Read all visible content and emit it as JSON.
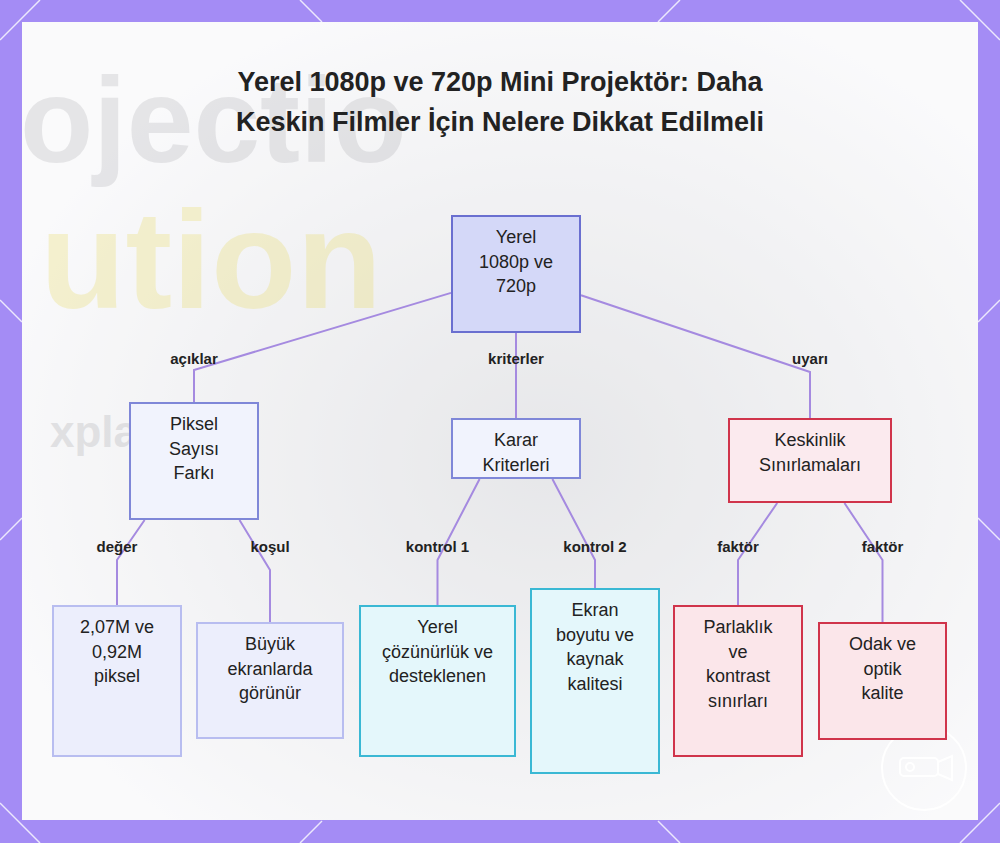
{
  "diagram": {
    "title": "Yerel 1080p ve 720p Mini Projektör: Daha Keskin Filmler İçin Nelere Dikkat Edilmeli",
    "nodes": [
      {
        "text": [
          "Yerel 1080p ve 720p"
        ]
      },
      {
        "text": [
          "Piksel Sayısı Farkı"
        ]
      },
      {
        "text": [
          "Karar Kriterleri"
        ]
      },
      {
        "text": [
          "Keskinlik Sınırlamaları"
        ]
      },
      {
        "text": [
          "2,07M ve 0,92M piksel"
        ]
      },
      {
        "text": [
          "Büyük ekranlarda görünür"
        ]
      },
      {
        "text": [
          "Yerel çözünürlük ve desteklenen"
        ]
      },
      {
        "text": [
          "Ekran boyutu ve kaynak kalitesi"
        ]
      },
      {
        "text": [
          "Parlaklık ve kontrast sınırları"
        ]
      },
      {
        "text": [
          "Odak ve optik kalite"
        ]
      }
    ],
    "edges": [
      {
        "from": 0,
        "to": 1,
        "label": "açıklar",
        "arrow": "none"
      },
      {
        "from": 0,
        "to": 2,
        "label": "kriterler",
        "arrow": "none"
      },
      {
        "from": 0,
        "to": 3,
        "label": "uyarı",
        "arrow": "none"
      },
      {
        "from": 1,
        "to": 4,
        "label": "değer",
        "arrow": "none"
      },
      {
        "from": 1,
        "to": 5,
        "label": "koşul",
        "arrow": "none"
      },
      {
        "from": 2,
        "to": 6,
        "label": "kontrol 1",
        "arrow": "none"
      },
      {
        "from": 2,
        "to": 7,
        "label": "kontrol 2",
        "arrow": "none"
      },
      {
        "from": 3,
        "to": 8,
        "label": "faktör",
        "arrow": "none"
      },
      {
        "from": 3,
        "to": 9,
        "label": "faktör",
        "arrow": "none"
      }
    ],
    "labels": [
      "ojectio",
      "ution",
      "xplai"
    ]
  }
}
